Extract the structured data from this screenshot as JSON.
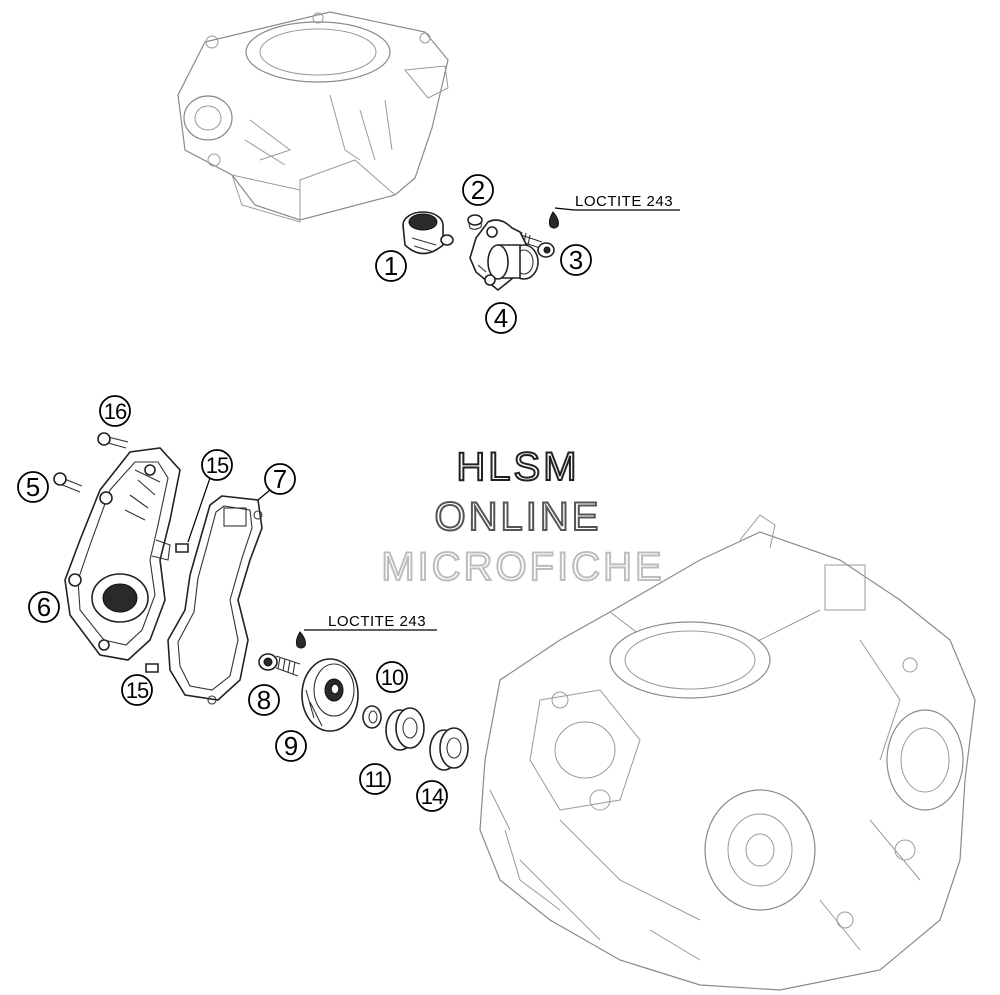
{
  "diagram": {
    "callouts": {
      "c1": "1",
      "c2": "2",
      "c3": "3",
      "c4": "4",
      "c5": "5",
      "c6": "6",
      "c7": "7",
      "c8": "8",
      "c9": "9",
      "c10": "10",
      "c11": "11",
      "c14": "14",
      "c15a": "15",
      "c15b": "15",
      "c16": "16"
    },
    "notes": {
      "loctite_top": "LOCTITE 243",
      "loctite_bottom": "LOCTITE 243"
    },
    "watermark": {
      "line1": "HLSM",
      "line2": "ONLINE",
      "line3": "MICROFICHE"
    }
  }
}
